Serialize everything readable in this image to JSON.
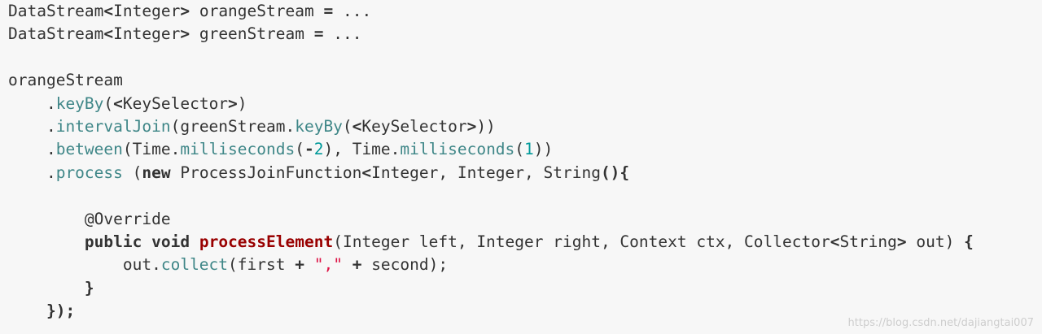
{
  "code": {
    "language": "java",
    "lines": [
      [
        {
          "t": "DataStream",
          "c": "plain"
        },
        {
          "t": "<",
          "c": "op"
        },
        {
          "t": "Integer",
          "c": "plain"
        },
        {
          "t": ">",
          "c": "op"
        },
        {
          "t": " orangeStream ",
          "c": "plain"
        },
        {
          "t": "=",
          "c": "op"
        },
        {
          "t": " ...",
          "c": "plain"
        }
      ],
      [
        {
          "t": "DataStream",
          "c": "plain"
        },
        {
          "t": "<",
          "c": "op"
        },
        {
          "t": "Integer",
          "c": "plain"
        },
        {
          "t": ">",
          "c": "op"
        },
        {
          "t": " greenStream ",
          "c": "plain"
        },
        {
          "t": "=",
          "c": "op"
        },
        {
          "t": " ...",
          "c": "plain"
        }
      ],
      [],
      [
        {
          "t": "orangeStream",
          "c": "plain"
        }
      ],
      [
        {
          "t": "    .",
          "c": "plain"
        },
        {
          "t": "keyBy",
          "c": "method"
        },
        {
          "t": "(",
          "c": "plain"
        },
        {
          "t": "<",
          "c": "op"
        },
        {
          "t": "KeySelector",
          "c": "plain"
        },
        {
          "t": ">",
          "c": "op"
        },
        {
          "t": ")",
          "c": "plain"
        }
      ],
      [
        {
          "t": "    .",
          "c": "plain"
        },
        {
          "t": "intervalJoin",
          "c": "method"
        },
        {
          "t": "(greenStream.",
          "c": "plain"
        },
        {
          "t": "keyBy",
          "c": "method"
        },
        {
          "t": "(",
          "c": "plain"
        },
        {
          "t": "<",
          "c": "op"
        },
        {
          "t": "KeySelector",
          "c": "plain"
        },
        {
          "t": ">",
          "c": "op"
        },
        {
          "t": "))",
          "c": "plain"
        }
      ],
      [
        {
          "t": "    .",
          "c": "plain"
        },
        {
          "t": "between",
          "c": "method"
        },
        {
          "t": "(Time.",
          "c": "plain"
        },
        {
          "t": "milliseconds",
          "c": "method"
        },
        {
          "t": "(",
          "c": "plain"
        },
        {
          "t": "-",
          "c": "op"
        },
        {
          "t": "2",
          "c": "num"
        },
        {
          "t": "), Time.",
          "c": "plain"
        },
        {
          "t": "milliseconds",
          "c": "method"
        },
        {
          "t": "(",
          "c": "plain"
        },
        {
          "t": "1",
          "c": "num"
        },
        {
          "t": "))",
          "c": "plain"
        }
      ],
      [
        {
          "t": "    .",
          "c": "plain"
        },
        {
          "t": "process",
          "c": "method"
        },
        {
          "t": " (",
          "c": "plain"
        },
        {
          "t": "new",
          "c": "kw"
        },
        {
          "t": " ProcessJoinFunction",
          "c": "plain"
        },
        {
          "t": "<",
          "c": "op"
        },
        {
          "t": "Integer, Integer, String",
          "c": "plain"
        },
        {
          "t": "(){",
          "c": "op"
        }
      ],
      [],
      [
        {
          "t": "        @Override",
          "c": "anno"
        }
      ],
      [
        {
          "t": "        ",
          "c": "plain"
        },
        {
          "t": "public",
          "c": "kw"
        },
        {
          "t": " ",
          "c": "plain"
        },
        {
          "t": "void",
          "c": "kw"
        },
        {
          "t": " ",
          "c": "plain"
        },
        {
          "t": "processElement",
          "c": "fn"
        },
        {
          "t": "(Integer left, Integer right, Context ctx, Collector",
          "c": "plain"
        },
        {
          "t": "<",
          "c": "op"
        },
        {
          "t": "String",
          "c": "plain"
        },
        {
          "t": ">",
          "c": "op"
        },
        {
          "t": " out) ",
          "c": "plain"
        },
        {
          "t": "{",
          "c": "op"
        }
      ],
      [
        {
          "t": "            out.",
          "c": "plain"
        },
        {
          "t": "collect",
          "c": "method"
        },
        {
          "t": "(first ",
          "c": "plain"
        },
        {
          "t": "+",
          "c": "op"
        },
        {
          "t": " ",
          "c": "plain"
        },
        {
          "t": "\",\"",
          "c": "str"
        },
        {
          "t": " ",
          "c": "plain"
        },
        {
          "t": "+",
          "c": "op"
        },
        {
          "t": " second);",
          "c": "plain"
        }
      ],
      [
        {
          "t": "        }",
          "c": "op"
        }
      ],
      [
        {
          "t": "    });",
          "c": "op"
        }
      ]
    ]
  },
  "watermark": "https://blog.csdn.net/dajiangtai007"
}
